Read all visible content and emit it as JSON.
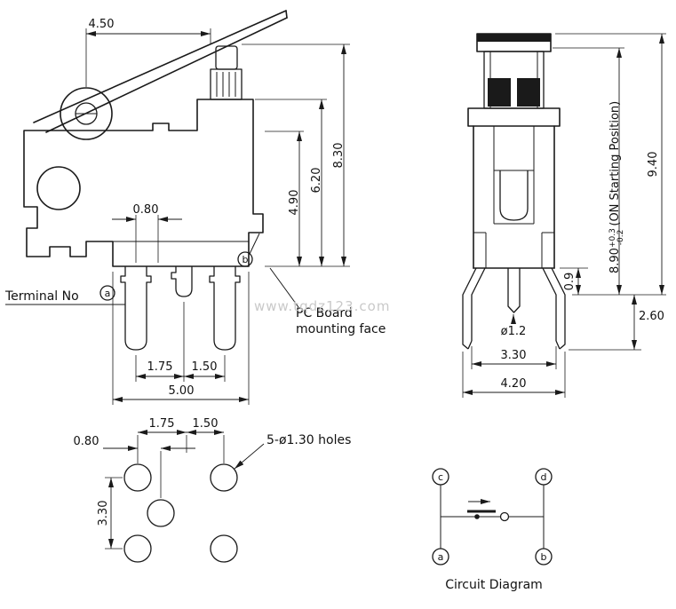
{
  "colors": {
    "ink": "#1a1a1a",
    "watermark": "#c9c9c9",
    "background": "#ffffff"
  },
  "watermark": "www.tqdz123.com",
  "side_view": {
    "dim_top_width": "4.50",
    "dim_height_total": "8.30",
    "dim_height_body": "6.20",
    "dim_height_lower": "4.90",
    "dim_pin_offset": "0.80",
    "dim_pin_pitch_1": "1.75",
    "dim_pin_pitch_2": "1.50",
    "dim_base_width": "5.00",
    "terminal_label": "Terminal No",
    "terminal_a": "a",
    "terminal_b": "b",
    "pc_board_line1": "PC Board",
    "pc_board_line2": "mounting face"
  },
  "front_view": {
    "dim_height_total": "9.40",
    "dim_on_value": "8.90",
    "dim_on_tol_plus": "+0.3",
    "dim_on_tol_minus": "-0.2",
    "dim_on_note": "(ON Starting Position)",
    "dim_standoff": "0.9",
    "dim_leg_length": "2.60",
    "dim_pin_dia": "ø1.2",
    "dim_leg_span": "3.30",
    "dim_overall_width": "4.20"
  },
  "pcb_view": {
    "dim_pitch_1": "1.75",
    "dim_pitch_2": "1.50",
    "dim_offset": "0.80",
    "dim_row_pitch": "3.30",
    "holes_label": "5-ø1.30 holes"
  },
  "circuit": {
    "terminal_c": "c",
    "terminal_d": "d",
    "terminal_a": "a",
    "terminal_b": "b",
    "caption": "Circuit Diagram"
  }
}
